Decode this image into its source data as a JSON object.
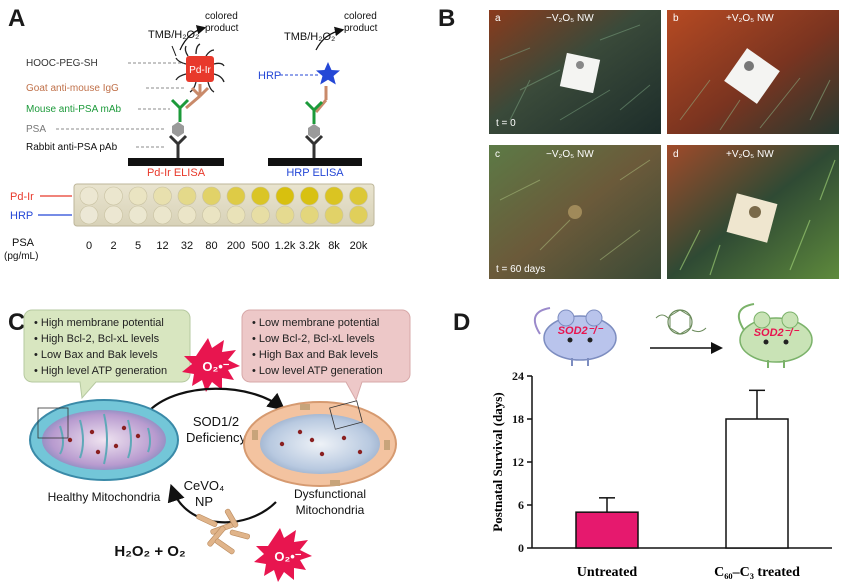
{
  "panels": {
    "A": {
      "letter": "A",
      "left_assay": {
        "top_label": "TMB/H₂O₂",
        "product": [
          "colored",
          "product"
        ],
        "nanozyme": "Pd-Ir",
        "layers": [
          "HOOC-PEG-SH",
          "Goat anti-mouse IgG",
          "Mouse anti-PSA mAb",
          "PSA",
          "Rabbit anti-PSA pAb"
        ],
        "plate": "Pd-Ir ELISA"
      },
      "right_assay": {
        "top_label": "TMB/H₂O₂",
        "product": [
          "colored",
          "product"
        ],
        "enzyme": "HRP",
        "plate": "HRP ELISA"
      },
      "well_rows": [
        "Pd-Ir",
        "HRP"
      ],
      "psa_label": [
        "PSA",
        "(pg/mL)"
      ],
      "psa_values": [
        "0",
        "2",
        "5",
        "12",
        "32",
        "80",
        "200",
        "500",
        "1.2k",
        "3.2k",
        "8k",
        "20k"
      ],
      "pdir_intensity": [
        0.02,
        0.04,
        0.1,
        0.2,
        0.38,
        0.55,
        0.72,
        0.88,
        1.0,
        0.98,
        0.9,
        0.8
      ],
      "hrp_intensity": [
        0.0,
        0.02,
        0.03,
        0.05,
        0.07,
        0.1,
        0.15,
        0.25,
        0.35,
        0.45,
        0.55,
        0.62
      ]
    },
    "B": {
      "letter": "B",
      "photos": [
        {
          "sub": "a",
          "title": "−V₂O₅ NW",
          "note": "t = 0"
        },
        {
          "sub": "b",
          "title": "+V₂O₅ NW",
          "note": ""
        },
        {
          "sub": "c",
          "title": "−V₂O₅ NW",
          "note": "t = 60 days"
        },
        {
          "sub": "d",
          "title": "+V₂O₅ NW",
          "note": ""
        }
      ]
    },
    "C": {
      "letter": "C",
      "healthy_box": [
        "High membrane potential",
        "High Bcl-2, Bcl-xL levels",
        "Low Bax and Bak levels",
        "High level ATP generation"
      ],
      "dysfunctional_box": [
        "Low membrane potential",
        "Low Bcl-2, Bcl-xL levels",
        "High Bax and Bak levels",
        "Low level ATP generation"
      ],
      "deficiency": [
        "SOD1/2",
        "Deficiency"
      ],
      "treatment": [
        "CeVO₄",
        "NP"
      ],
      "superoxide": "O₂•⁻",
      "healthy_label": "Healthy Mitochondria",
      "dysfunctional_label": [
        "Dysfunctional",
        "Mitochondria"
      ],
      "product_label": "H₂O₂ + O₂"
    },
    "D": {
      "letter": "D",
      "mouse_label": "SOD2⁻/⁻"
    }
  },
  "chart_data": {
    "type": "bar",
    "categories": [
      "Untreated",
      "C₆₀–C₃ treated"
    ],
    "values": [
      5,
      18
    ],
    "errors": [
      2,
      4
    ],
    "ylabel": "Postnatal Survival (days)",
    "ylim": [
      0,
      24
    ],
    "yticks": [
      0,
      6,
      12,
      18,
      24
    ],
    "colors": [
      "#e6196e",
      "#ffffff"
    ],
    "grid": false
  }
}
